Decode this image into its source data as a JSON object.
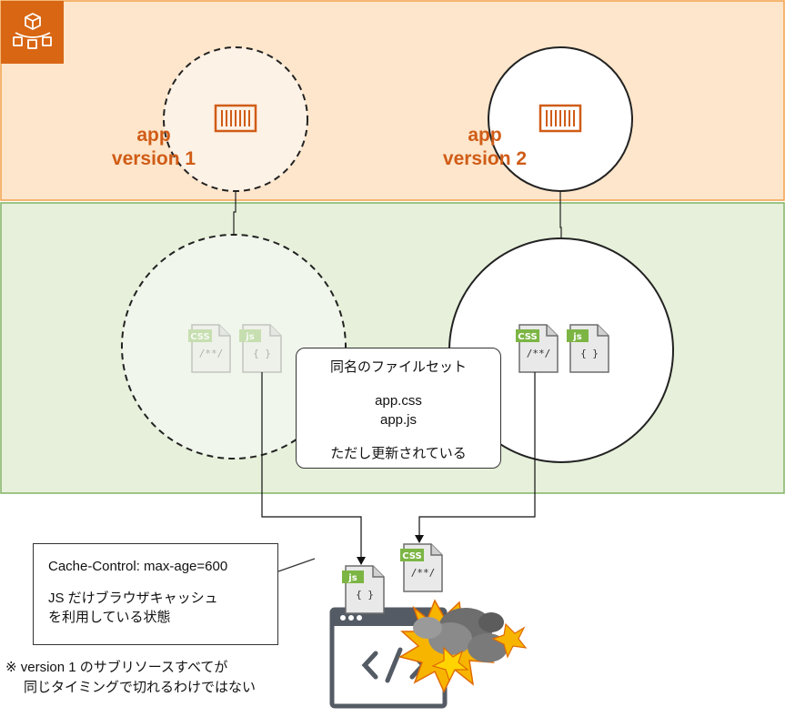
{
  "app_versions": [
    {
      "line1": "app",
      "line2": "version 1"
    },
    {
      "line1": "app",
      "line2": "version 2"
    }
  ],
  "file_set_note": {
    "title": "同名のファイルセット",
    "file1": "app.css",
    "file2": "app.js",
    "footer": "ただし更新されている"
  },
  "cache_note": {
    "header": "Cache-Control: max-age=600",
    "line1": "JS だけブラウザキャッシュ",
    "line2": "を利用している状態"
  },
  "footnote": {
    "line1": "※ version 1 のサブリソースすべてが",
    "line2": "同じタイミングで切れるわけではない"
  },
  "file_badges": {
    "css": "CSS",
    "js": "js",
    "css_body": "/**/",
    "js_body": "{ }"
  },
  "icons": {
    "corner": "aws-container-service-icon",
    "container": "container-icon",
    "browser": "browser-code-window-icon",
    "explosion": "explosion-icon"
  },
  "colors": {
    "top_band": "#fde6cb",
    "top_band_border": "#f2a14a",
    "middle_band": "#e6f0da",
    "middle_band_border": "#82b366",
    "accent": "#d05c17",
    "badge_green": "#7cb544"
  }
}
